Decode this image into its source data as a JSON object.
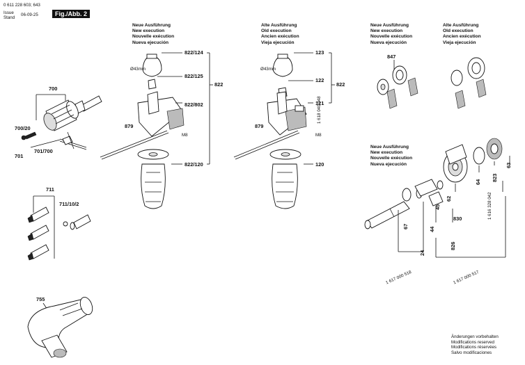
{
  "header": {
    "doc_number": "0 611 228 603; 643",
    "issue_label": "Issue\nStand",
    "issue_date": "06-09-25",
    "figure": "Fig./Abb. 2"
  },
  "execution_labels": {
    "new": [
      "Neue Ausführung",
      "New execution",
      "Nouvelle exécution",
      "Nueva ejecución"
    ],
    "old": [
      "Alte Ausführung",
      "Old execution",
      "Ancien exécution",
      "Vieja ejecución"
    ]
  },
  "parts": {
    "p700": "700",
    "p700_20": "700/20",
    "p701": "701",
    "p701_700": "701/700",
    "p711": "711",
    "p711_10_2": "711/10/2",
    "p755": "755",
    "p822_124": "822/124",
    "p822_125": "822/125",
    "p822_802": "822/802",
    "p822_120": "822/120",
    "p822a": "822",
    "p879a": "879",
    "p_m8a": "M8",
    "p_d43a": "Ø43mm",
    "p123": "123",
    "p122": "122",
    "p121": "121",
    "p120": "120",
    "p822b": "822",
    "p879b": "879",
    "p_m8b": "M8",
    "p_d43b": "Ø43mm",
    "p_1618040048": "1 618 040 048",
    "p847": "847",
    "p63": "63",
    "p823": "823",
    "p64": "64",
    "p62": "62",
    "p45": "45",
    "p44": "44",
    "p67": "67",
    "p830": "830",
    "p24": "24",
    "p826": "826",
    "p_1616328042": "1 616 328 042",
    "p_1617000518": "1 617 000 518",
    "p_1617000517": "1 617 000 517"
  },
  "footer": {
    "notes": [
      "Änderungen vorbehalten",
      "Modifications reserved",
      "Modifications réservées",
      "Salvo modificaciones"
    ]
  }
}
